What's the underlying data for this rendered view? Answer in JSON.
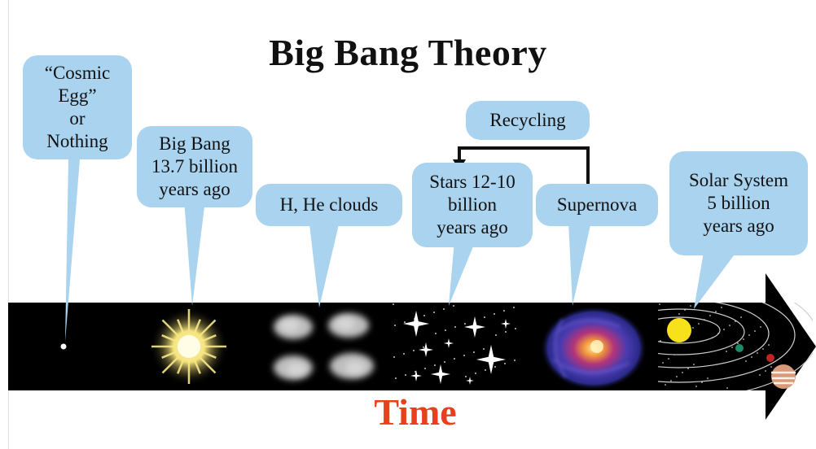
{
  "title": "Big Bang Theory",
  "axis_label": "Time",
  "colors": {
    "bubble_fill": "#a9d3ee",
    "title": "#111111",
    "time_label": "#e8401c",
    "panel_bg": "#000000",
    "timeline_arrow": "#000000"
  },
  "stages": [
    {
      "name": "cosmic-egg",
      "lines": [
        "“Cosmic",
        "Egg”",
        "or",
        "Nothing"
      ]
    },
    {
      "name": "big-bang",
      "lines": [
        "Big Bang",
        "13.7 billion",
        "years ago"
      ]
    },
    {
      "name": "h-he-clouds",
      "lines": [
        "H, He clouds"
      ]
    },
    {
      "name": "stars",
      "lines": [
        "Stars 12-10",
        "billion",
        "years ago"
      ]
    },
    {
      "name": "supernova",
      "lines": [
        "Supernova"
      ]
    },
    {
      "name": "solar-system",
      "lines": [
        "Solar System",
        "5 billion",
        "years ago"
      ]
    }
  ],
  "recycling": {
    "label": "Recycling"
  }
}
